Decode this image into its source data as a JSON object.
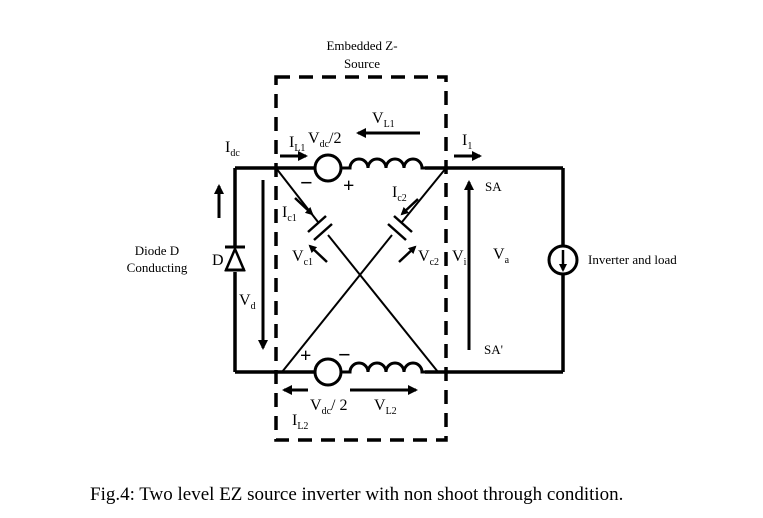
{
  "figure": {
    "caption": "Fig.4: Two level EZ source inverter with non shoot through condition.",
    "box_title_line1": "Embedded Z-",
    "box_title_line2": "Source",
    "diode_label_line1": "Diode D",
    "diode_label_line2": "Conducting",
    "diode_name": "D",
    "load_label": "Inverter and load",
    "node_top": "SA",
    "node_bottom": "SA'",
    "labels": {
      "Idc": {
        "main": "I",
        "sub": "dc"
      },
      "IL1": {
        "main": "I",
        "sub": "L1"
      },
      "Vdc_top": {
        "main": "V",
        "sub": "dc",
        "suffix": "/2"
      },
      "VL1": {
        "main": "V",
        "sub": "L1"
      },
      "I1": {
        "main": "I",
        "sub": "1"
      },
      "Ic1": {
        "main": "I",
        "sub": "c1"
      },
      "Ic2": {
        "main": "I",
        "sub": "c2"
      },
      "Vc1": {
        "main": "V",
        "sub": "c1"
      },
      "Vc2": {
        "main": "V",
        "sub": "c2"
      },
      "Vi": {
        "main": "V",
        "sub": "i"
      },
      "Va": {
        "main": "V",
        "sub": "a"
      },
      "Vd": {
        "main": "V",
        "sub": "d"
      },
      "IL2": {
        "main": "I",
        "sub": "L2"
      },
      "Vdc_bottom": {
        "main": "V",
        "sub": "dc",
        "suffix": "/ 2"
      },
      "VL2": {
        "main": "V",
        "sub": "L2"
      }
    },
    "polarity": {
      "top_minus": "−",
      "top_plus": "+",
      "bottom_plus": "+",
      "bottom_minus": "−"
    }
  }
}
